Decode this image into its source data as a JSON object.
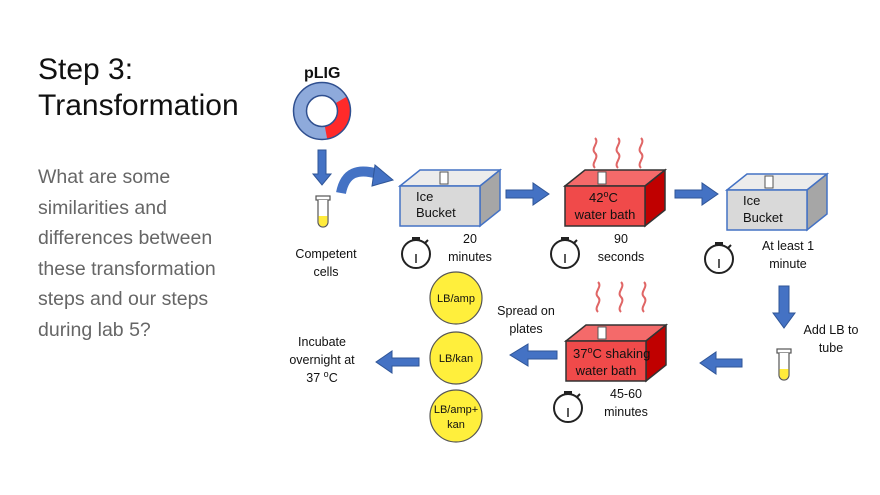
{
  "slide": {
    "title_line1": "Step 3:",
    "title_line2": "Transformation",
    "question_lines": [
      "What are some",
      "similarities and",
      "differences between",
      "these transformation",
      "steps and our steps",
      "during lab 5?"
    ]
  },
  "diagram": {
    "plasmid_label": "pLIG",
    "competent_cells": [
      "Competent",
      "cells"
    ],
    "ice_bucket_1": [
      "Ice",
      "Bucket"
    ],
    "timer_1": [
      "20",
      "minutes"
    ],
    "water_bath_temp": "42",
    "water_bath_unit": "C",
    "water_bath_label": "water bath",
    "timer_2": [
      "90",
      "seconds"
    ],
    "ice_bucket_2": [
      "Ice",
      "Bucket"
    ],
    "timer_3": [
      "At least 1",
      "minute"
    ],
    "add_lb": [
      "Add LB to",
      "tube"
    ],
    "shaking_temp": "37",
    "shaking_unit": "C shaking",
    "shaking_label": "water bath",
    "timer_4": [
      "45-60",
      "minutes"
    ],
    "spread": [
      "Spread on",
      "plates"
    ],
    "plates": [
      "LB/amp",
      "LB/kan",
      "LB/amp+",
      "kan"
    ],
    "incubate_line1": "Incubate",
    "incubate_line2": "overnight at",
    "incubate_line3_num": "37 ",
    "incubate_line3_unit": "C",
    "degree_symbol": "o"
  },
  "colors": {
    "arrow": "#4472c4",
    "ice_box": "#d9d9d9",
    "heat_box": "#f04a4a",
    "heat_wave": "#e06666",
    "plate": "#ffef3c",
    "tube_fluid": "#ffeb3b"
  }
}
